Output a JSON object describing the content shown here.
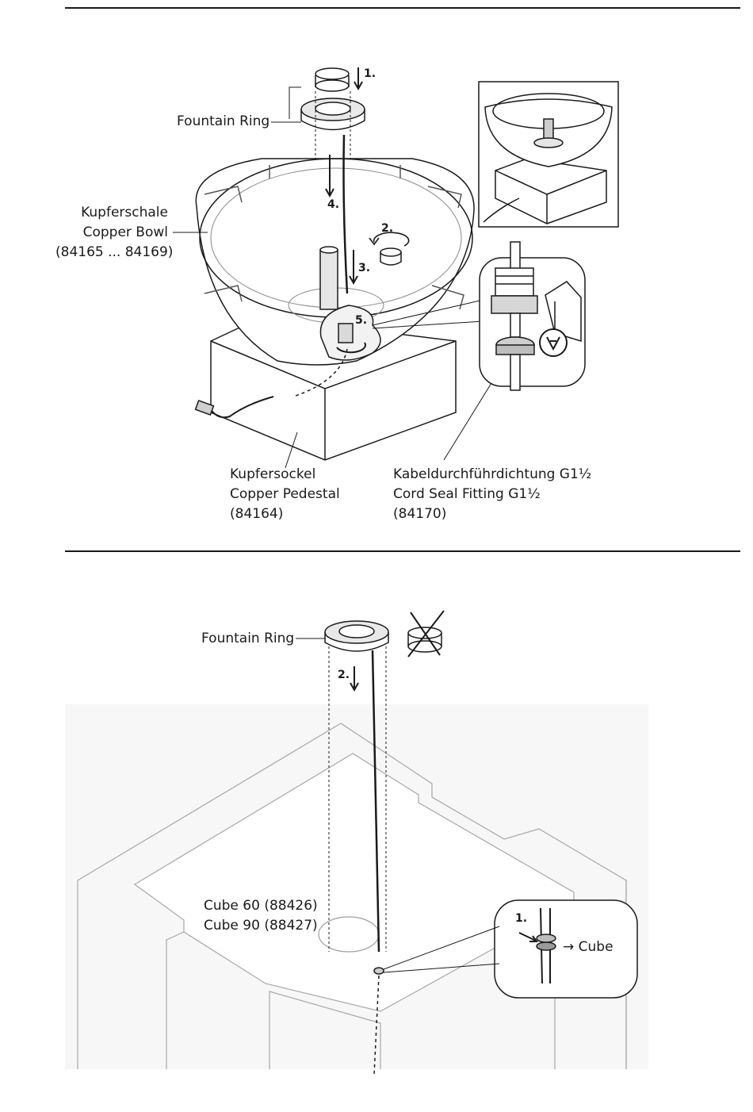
{
  "top_section": {
    "fountain_ring_label": "Fountain Ring",
    "bowl_label": [
      "Kupferschale",
      "Copper Bowl",
      "(84165 ... 84169)"
    ],
    "pedestal_label": [
      "Kupfersockel",
      "Copper Pedestal",
      "(84164)"
    ],
    "seal_label": [
      "Kabeldurchführdichtung G1½",
      "Cord Seal Fitting G1½",
      "(84170)"
    ],
    "steps": [
      "1.",
      "2.",
      "3.",
      "4.",
      "5."
    ]
  },
  "bottom_section": {
    "fountain_ring_label": "Fountain Ring",
    "cube_label": [
      "Cube 60 (88426)",
      "Cube 90 (88427)"
    ],
    "steps": [
      "1.",
      "2."
    ],
    "detail_target": "→ Cube"
  },
  "icons": [
    "manual-read-icon",
    "crossed-out-insert-icon"
  ]
}
